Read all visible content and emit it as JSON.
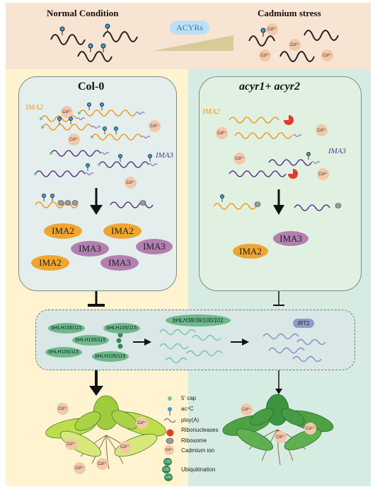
{
  "header": {
    "normal_title": "Normal Condition",
    "cadmium_title": "Cadmium  stress",
    "acyrs_label": "ACYRs"
  },
  "panels": {
    "col0_title": "Col-0",
    "mutant_title": "acyr1+ acyr2"
  },
  "labels": {
    "ima2": "IMA2",
    "ima3": "IMA3",
    "cd": "Cd²⁺"
  },
  "cytoplasm": {
    "bhlh_tf": "bHLH105/115",
    "bhlh_targets": "bHLH38/39/100/101",
    "irt1": "IRT1"
  },
  "legend": [
    {
      "icon": "five-prime-cap-icon",
      "label": "5' cap"
    },
    {
      "icon": "ac4c-icon",
      "label": "ac⁴C"
    },
    {
      "icon": "poly-a-tail-icon",
      "label": "ploy(A)"
    },
    {
      "icon": "ribonuclease-icon",
      "label": "Ribonucleases"
    },
    {
      "icon": "ribosome-icon",
      "label": "Ribosome"
    },
    {
      "icon": "cadmium-ion-icon",
      "label": "Cadmium ion"
    },
    {
      "icon": "ubiquitin-icon",
      "label": "Ubiquitination"
    }
  ],
  "ubiquitin_tag": "Ub",
  "colors": {
    "ima2_rna": "#ef9a22",
    "ima3_rna": "#5b3a8c",
    "ac4c": "#3a9bd8",
    "nuclease": "#e03a2c",
    "tf_green": "#6fb98a"
  }
}
